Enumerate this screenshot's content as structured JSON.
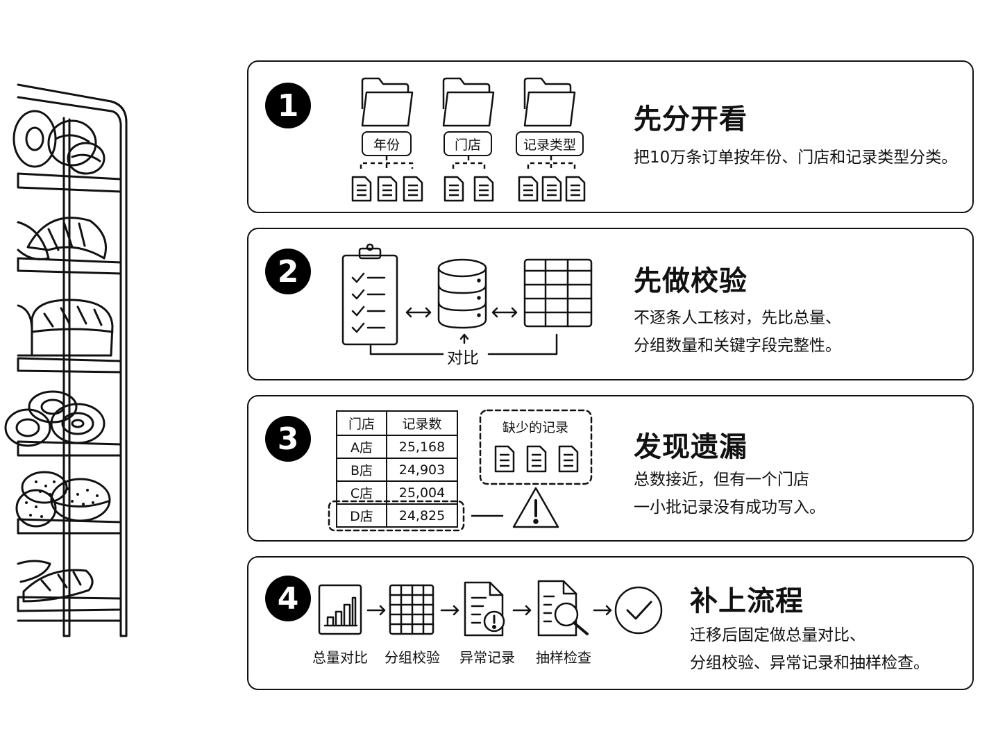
{
  "steps": [
    {
      "number": "1",
      "title": "先分开看",
      "lines": [
        "把10万条订单按年份、门店和记录类型分类。"
      ],
      "tags": [
        "年份",
        "门店",
        "记录类型"
      ]
    },
    {
      "number": "2",
      "title": "先做校验",
      "lines": [
        "不逐条人工核对，先比总量、",
        "分组数量和关键字段完整性。"
      ],
      "compare_label": "对比"
    },
    {
      "number": "3",
      "title": "发现遗漏",
      "lines": [
        "总数接近，但有一个门店",
        "一小批记录没有成功写入。"
      ],
      "table": {
        "headers": [
          "门店",
          "记录数"
        ],
        "rows": [
          [
            "A店",
            "25,168"
          ],
          [
            "B店",
            "24,903"
          ],
          [
            "C店",
            "25,004"
          ],
          [
            "D店",
            "24,825"
          ]
        ]
      },
      "missing_label": "缺少的记录"
    },
    {
      "number": "4",
      "title": "补上流程",
      "lines": [
        "迁移后固定做总量对比、",
        "分组校验、异常记录和抽样检查。"
      ],
      "flow": [
        "总量对比",
        "分组校验",
        "异常记录",
        "抽样检查"
      ]
    }
  ]
}
